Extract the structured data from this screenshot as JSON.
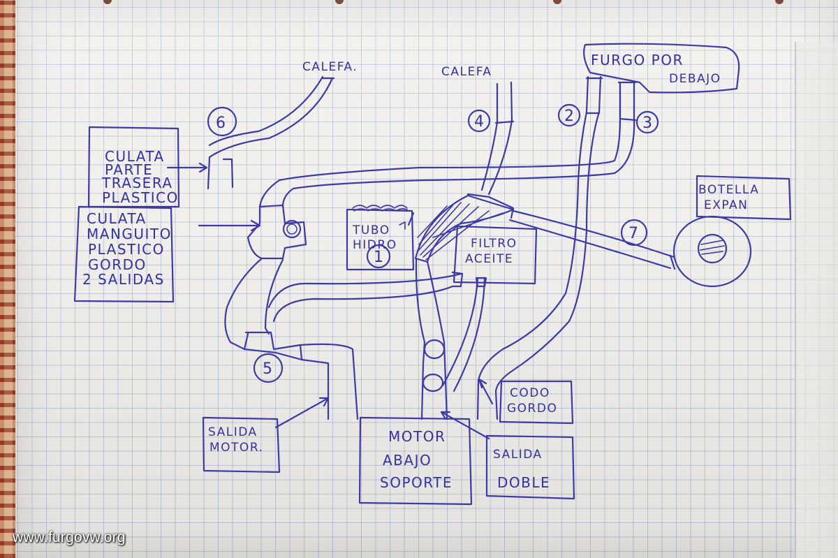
{
  "labels": {
    "calefa_left": "CALEFA.",
    "calefa_right": "CALEFA",
    "furgo_line1": "FURGO POR",
    "furgo_line2": "DEBAJO",
    "culata_trasera": [
      "CULATA",
      "PARTE",
      "TRASERA",
      "PLASTICO"
    ],
    "culata_manguito": [
      "CULATA",
      "MANGUITO",
      "PLASTICO",
      "GORDO",
      "2 SALIDAS"
    ],
    "tubo_hidro": [
      "TUBO",
      "HIDRO"
    ],
    "filtro_aceite": [
      "FILTRO",
      "ACEITE"
    ],
    "botella": [
      "BOTELLA",
      "EXPAN"
    ],
    "codo_gordo": [
      "CODO",
      "GORDO"
    ],
    "salida_motor": [
      "SALIDA",
      "MOTOR."
    ],
    "motor": [
      "MOTOR",
      "ABAJO",
      "SOPORTE"
    ],
    "salida_doble": [
      "SALIDA",
      "DOBLE"
    ]
  },
  "numbers": {
    "n1": "1",
    "n2": "2",
    "n3": "3",
    "n4": "4",
    "n5": "5",
    "n6": "6",
    "n7": "7"
  },
  "watermark": "www.furgovw.org",
  "colors": {
    "ink": "#3b3aa6",
    "paper": "#f1efec",
    "grid": "#788cbe"
  }
}
